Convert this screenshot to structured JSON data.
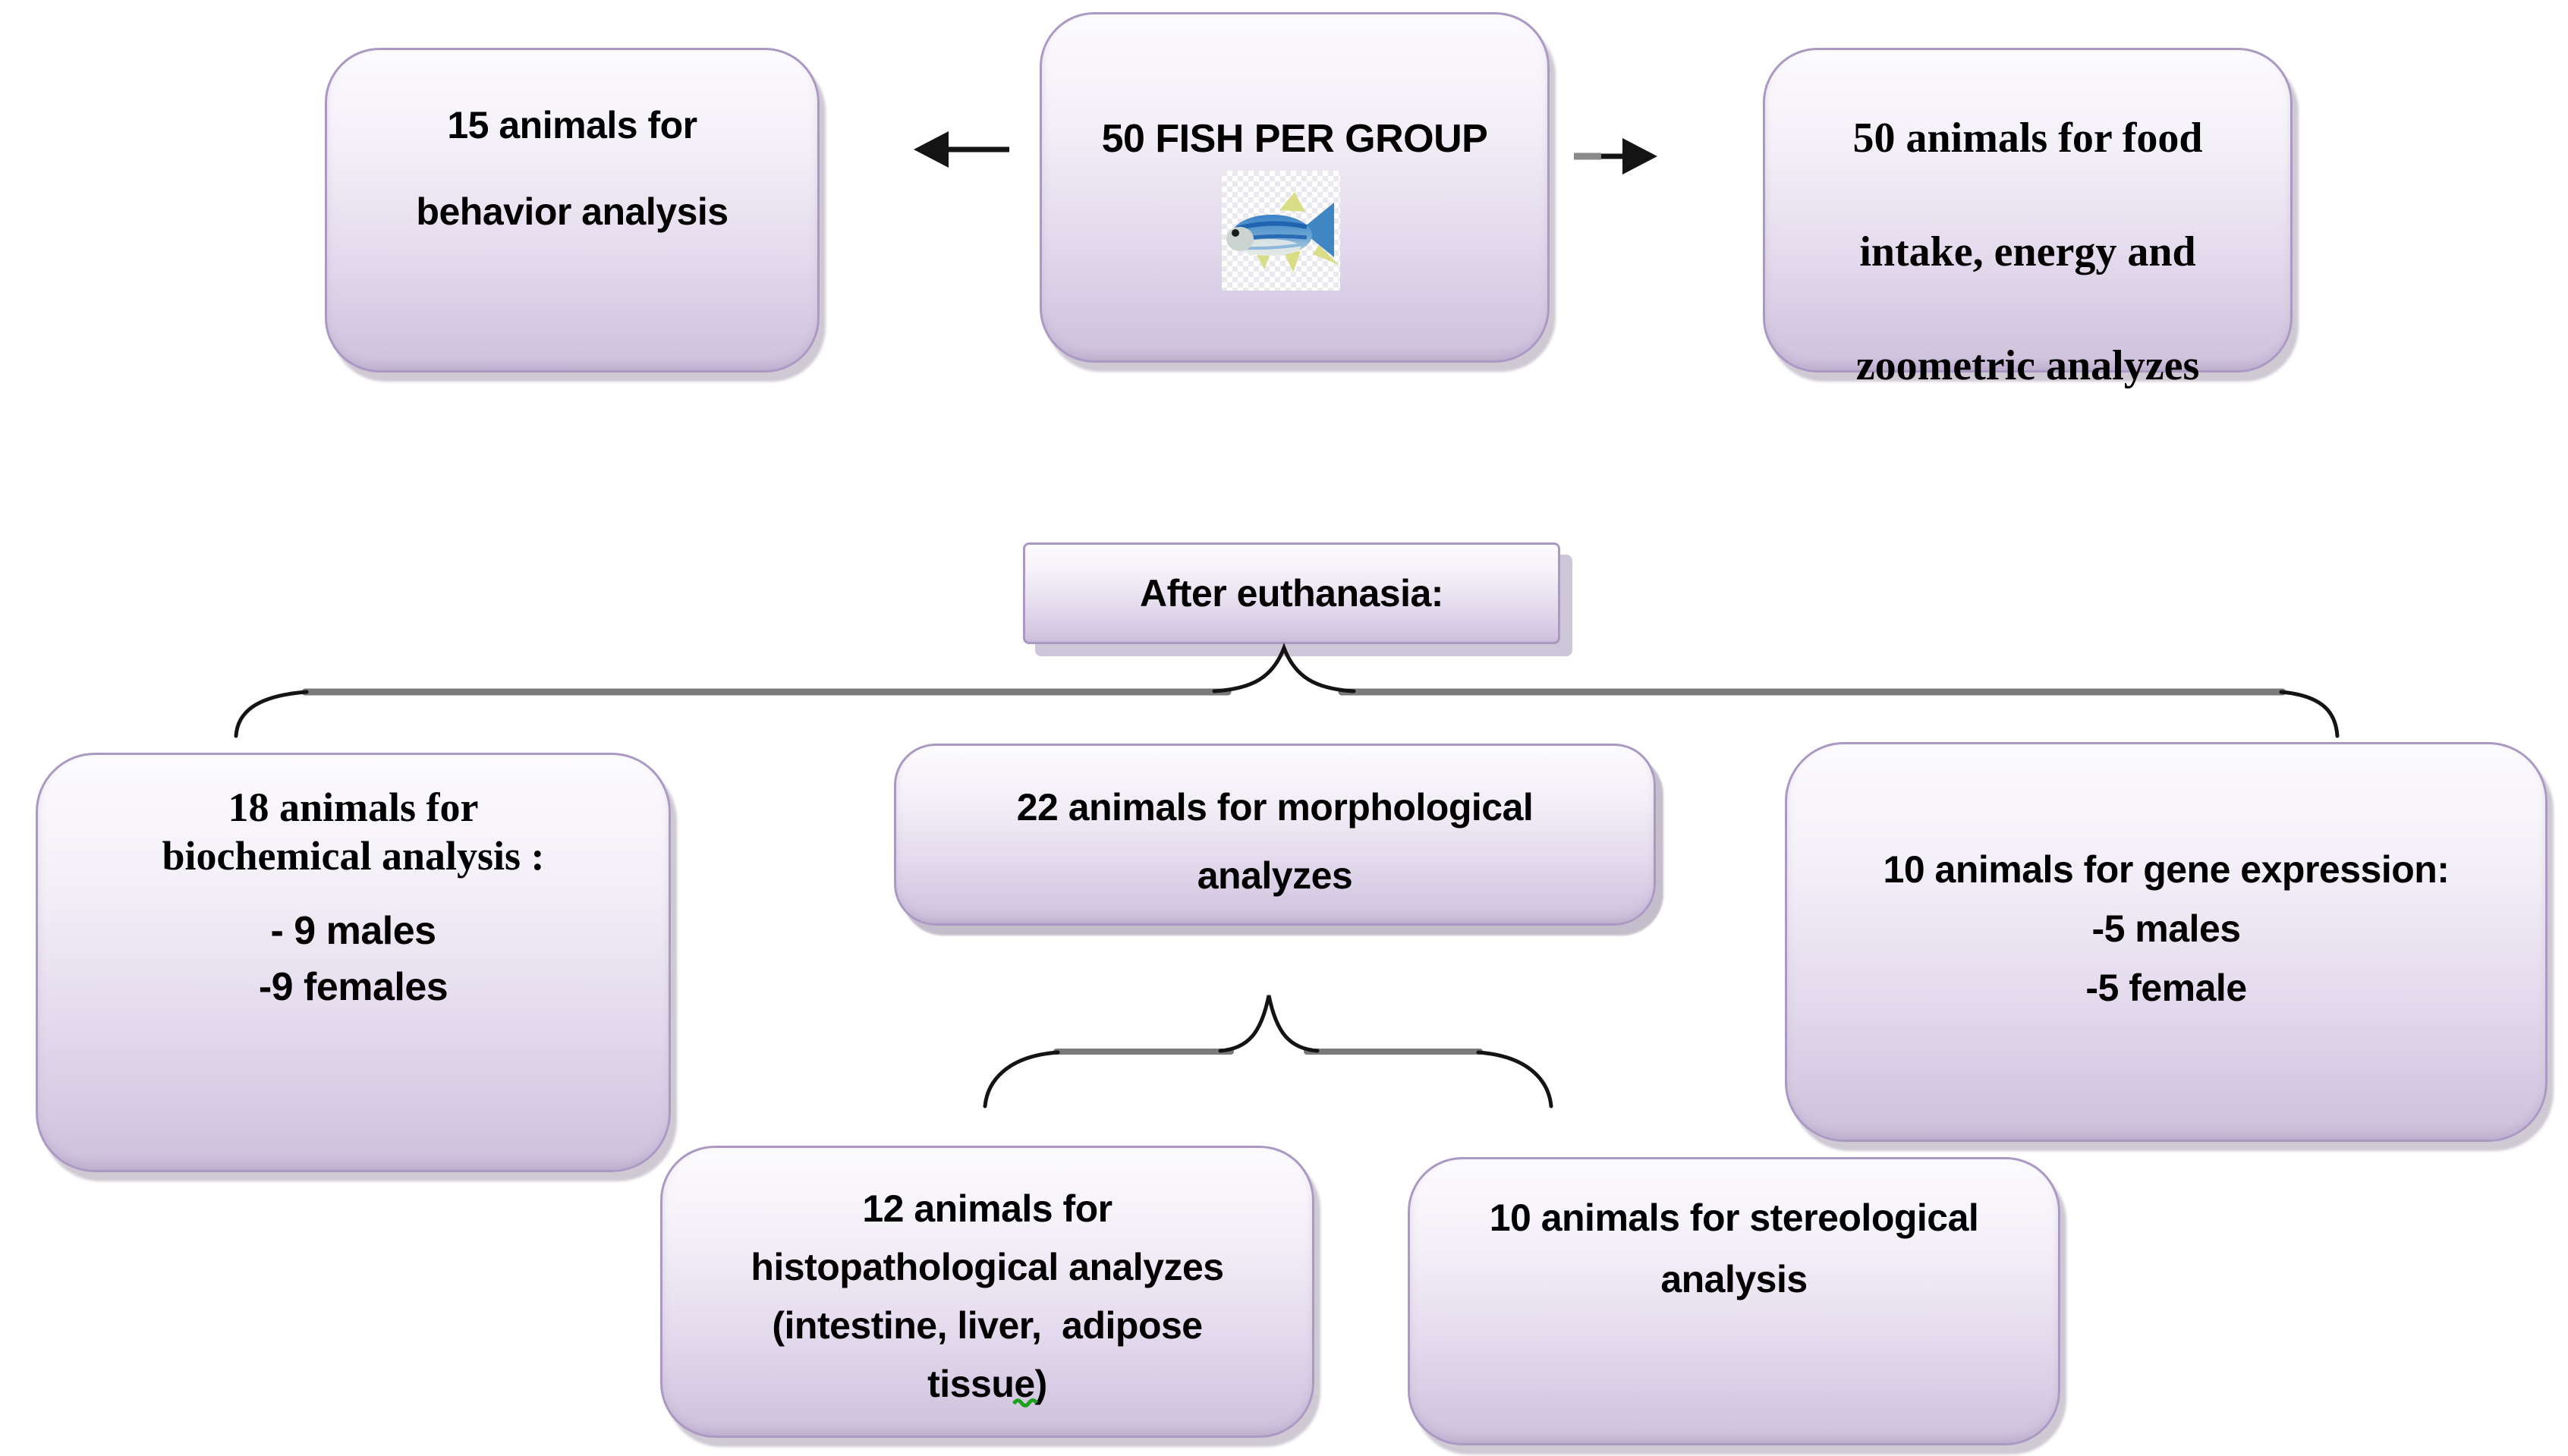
{
  "diagram_title": "fish experimental group allocation flowchart",
  "colors": {
    "box_border": "#ab99c4",
    "box_fill_top": "#fcfbfd",
    "box_fill_bottom": "#cfc2dd",
    "connector_gray": "#7a7a7a",
    "connector_black": "#141414",
    "text": "#000000",
    "squiggle_green": "#1ea21e",
    "fish_body_blue": "#3f86c2",
    "fish_fin_yellow": "#d9dd86"
  },
  "top_row": {
    "behavior_box": {
      "lines": [
        "15 animals for",
        "behavior analysis"
      ]
    },
    "group_box": {
      "title": "50 FISH PER GROUP",
      "icon": "zebrafish"
    },
    "food_box": {
      "lines": [
        "50 animals for food",
        "intake, energy and",
        "zoometric analyzes"
      ]
    }
  },
  "euthanasia": {
    "label": "After euthanasia:"
  },
  "middle_row": {
    "biochemical_box": {
      "title_lines": [
        "18 animals for",
        "biochemical analysis :"
      ],
      "detail_lines": [
        "- 9 males",
        "-9 females"
      ]
    },
    "morphological_box": {
      "lines": [
        "22 animals for morphological",
        "analyzes"
      ]
    },
    "gene_box": {
      "lines": [
        "10 animals for gene expression:",
        "-5 males",
        "-5 female"
      ]
    }
  },
  "bottom_row": {
    "histopathology_box": {
      "lines": [
        "12 animals for",
        "histopathological analyzes",
        "(intestine, liver,  adipose",
        "tissue)"
      ]
    },
    "stereology_box": {
      "lines": [
        "10 animals for stereological",
        "analysis"
      ]
    }
  }
}
